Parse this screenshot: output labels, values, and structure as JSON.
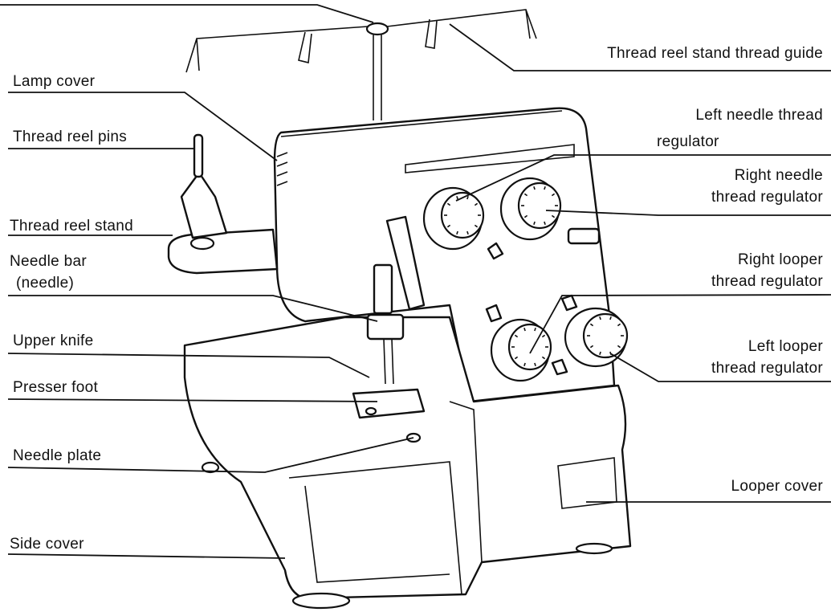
{
  "labels": {
    "thread_guide": "Thread reel stand thread guide",
    "lamp_cover": "Lamp cover",
    "thread_reel_pins": "Thread reel pins",
    "thread_reel_stand": "Thread reel stand",
    "needle_bar_line1": "Needle bar",
    "needle_bar_line2": "(needle)",
    "upper_knife": "Upper knife",
    "presser_foot": "Presser foot",
    "needle_plate": "Needle plate",
    "side_cover": "Side cover",
    "left_needle_reg_line1": "Left needle thread",
    "left_needle_reg_line2": "regulator",
    "right_needle_reg_line1": "Right needle",
    "right_needle_reg_line2": "thread regulator",
    "right_looper_reg_line1": "Right looper",
    "right_looper_reg_line2": "thread regulator",
    "left_looper_reg_line1": "Left looper",
    "left_looper_reg_line2": "thread regulator",
    "looper_cover": "Looper cover"
  }
}
